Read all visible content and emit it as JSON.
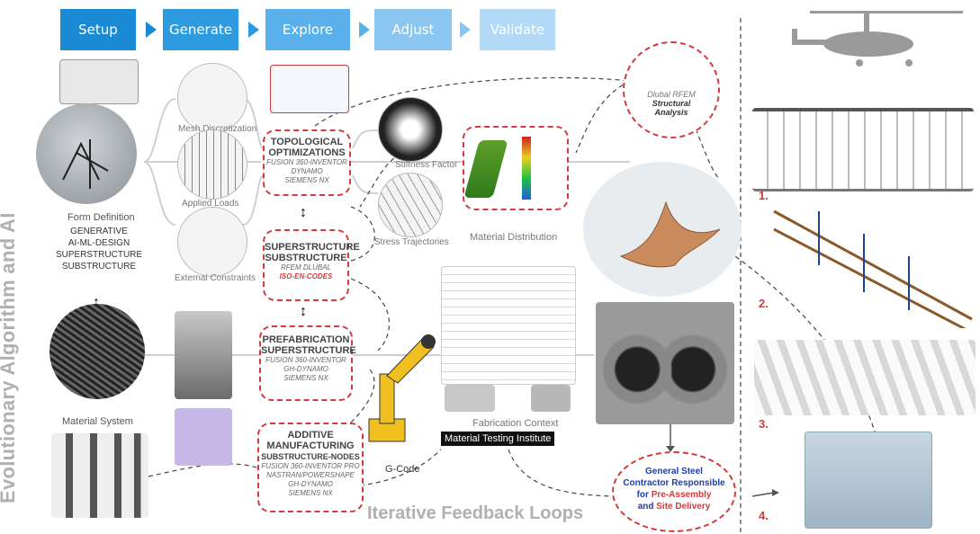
{
  "steps": [
    "Setup",
    "Generate",
    "Explore",
    "Adjust",
    "Validate"
  ],
  "step_colors": [
    "#1a8ad4",
    "#2e9be0",
    "#5ab0ea",
    "#8ac6f0",
    "#b2d9f5"
  ],
  "side_title": "Evolutionary Algorithm and AI",
  "form": {
    "title": "Form Definition",
    "lines": [
      "GENERATIVE",
      "AI-ML-DESIGN",
      "SUPERSTRUCTURE",
      "SUBSTRUCTURE"
    ]
  },
  "circles": [
    "Mesh Discretization",
    "Applied Loads",
    "External Constraints"
  ],
  "material_system": "Material System",
  "topo": {
    "title": [
      "TOPOLOGICAL",
      "OPTIMIZATIONS"
    ],
    "items": [
      "FUSION 360-INVENTOR",
      "DYNAMO",
      "SIEMENS NX"
    ]
  },
  "super": {
    "title": [
      "SUPERSTRUCTURE",
      "SUBSTRUCTURE"
    ],
    "items": [
      "RFEM DLUBAL"
    ],
    "code": "ISO-EN-CODES"
  },
  "prefab": {
    "title": [
      "PREFABRICATION",
      "SUPERSTRUCTURE"
    ],
    "items": [
      "FUSION 360-INVENTOR",
      "GH-DYNAMO",
      "SIEMENS NX"
    ]
  },
  "additive": {
    "title": [
      "ADDITIVE",
      "MANUFACTURING"
    ],
    "sub": "SUBSTRUCTURE-NODES",
    "items": [
      "FUSION 360-INVENTOR PRO",
      "NASTRAN/POWERSHAPE",
      "GH-DYNAMO",
      "SIEMENS NX"
    ]
  },
  "stiffness": "Stiffness Factor",
  "stress": "Stress Trajectories",
  "material_distribution": "Material Distribution",
  "dlubal": {
    "line1": "Dlubal RFEM",
    "line2": "Structural",
    "line3": "Analysis"
  },
  "fabrication_context": "Fabrication Context",
  "testing_institute": "Material Testing Institute",
  "gcode": "G-Code",
  "feedback": "Iterative Feedback Loops",
  "contractor": {
    "l1": "General Steel",
    "l2": "Contractor Responsible",
    "l3a": "for",
    "l3b": "Pre-Assembly",
    "l4a": "and",
    "l4b": "Site Delivery"
  },
  "numbers": [
    "1.",
    "2.",
    "3.",
    "4."
  ],
  "colors": {
    "red": "#d43a3a",
    "blue": "#1a3db0",
    "grey": "#b0b0b0"
  }
}
